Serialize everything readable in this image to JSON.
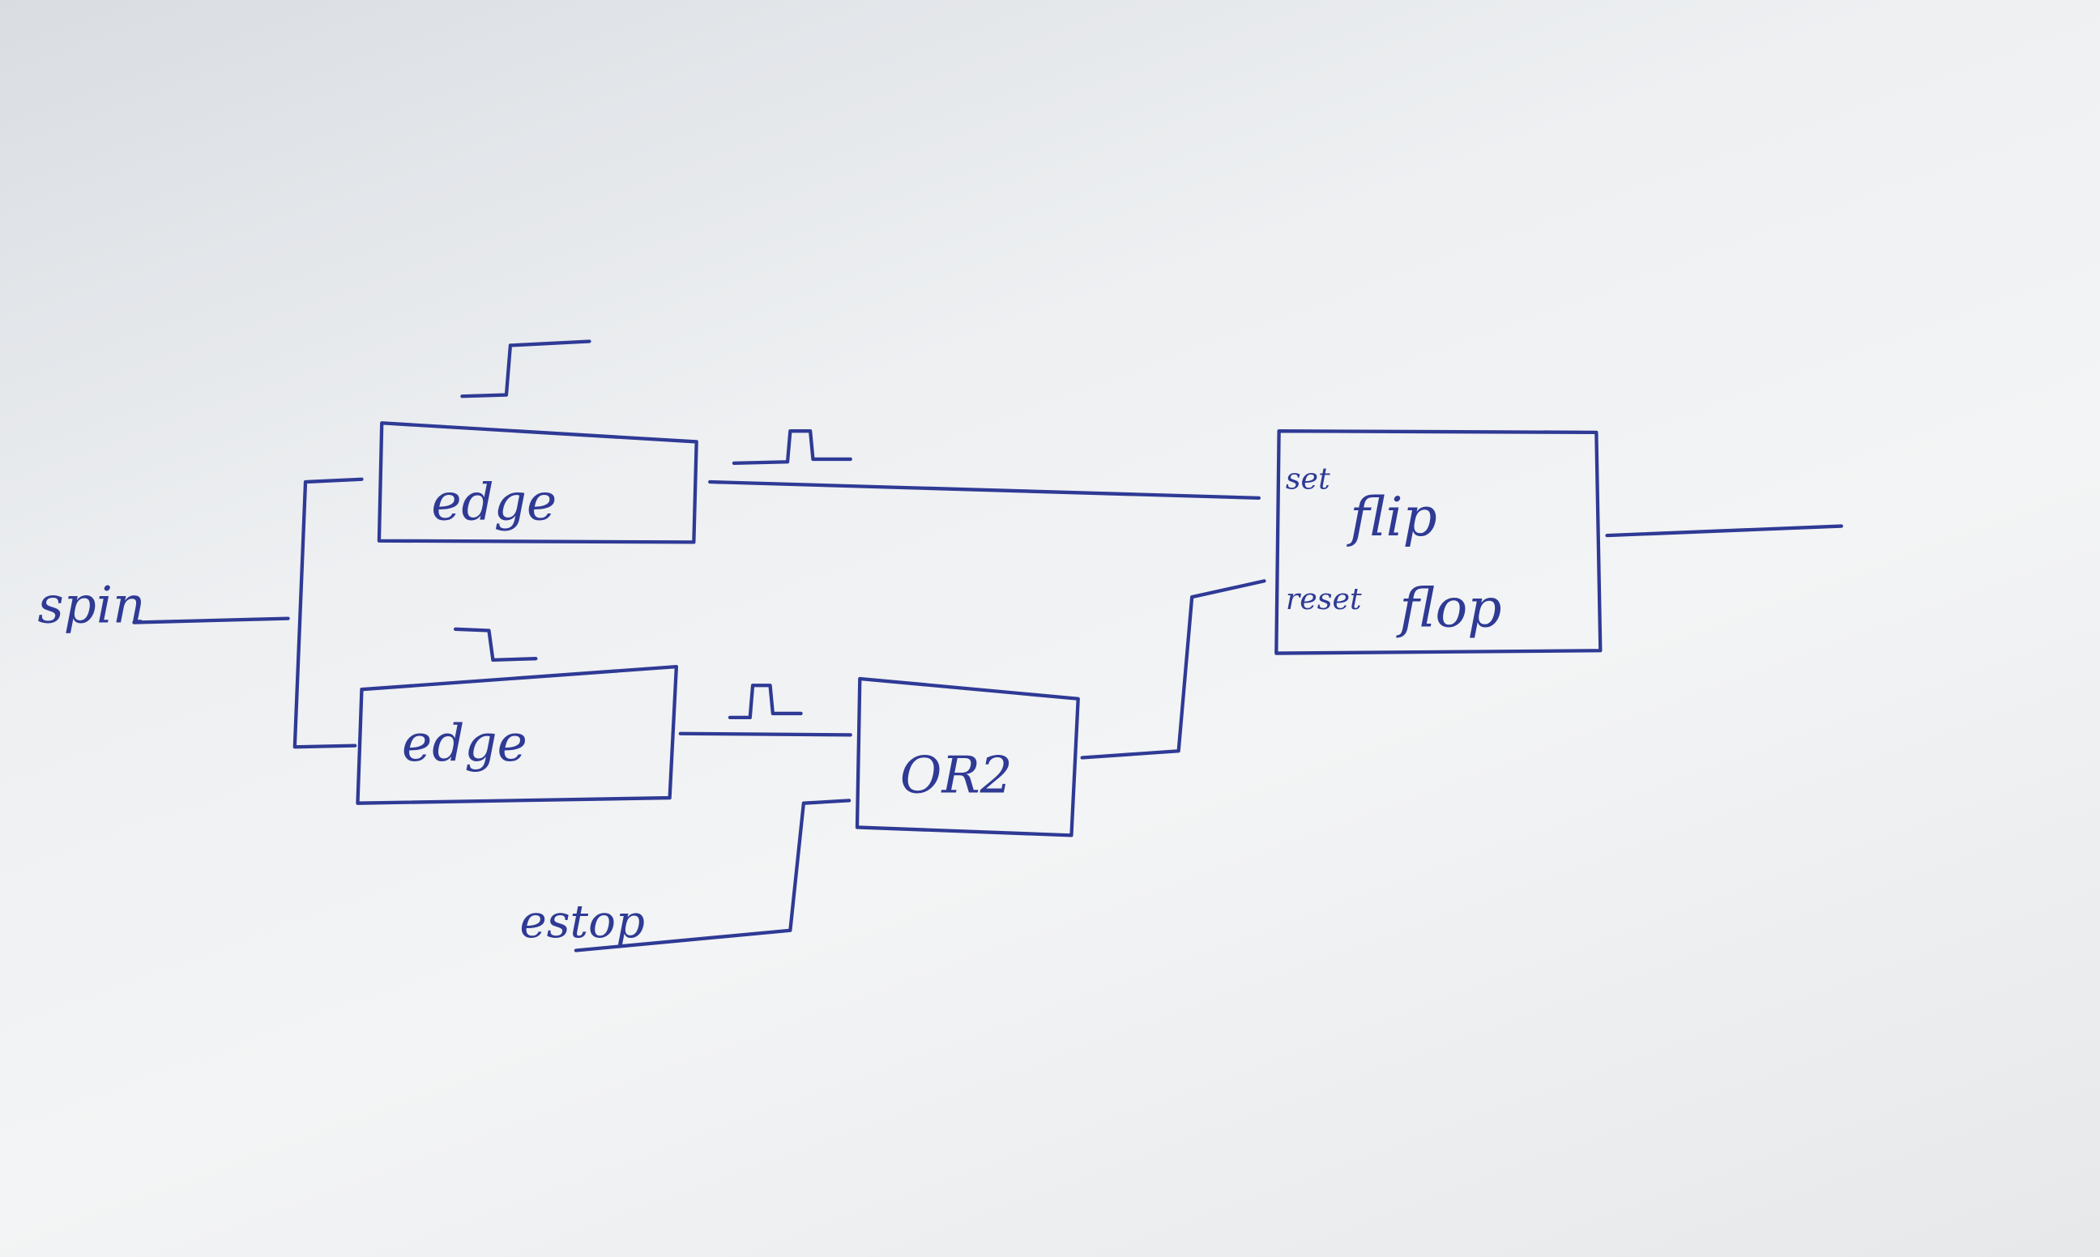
{
  "diagram": {
    "input_spin": "spin",
    "input_estop": "estop",
    "edge_rising": {
      "label": "edge",
      "waveform": "rising-edge"
    },
    "edge_falling": {
      "label": "edge",
      "waveform": "falling-edge"
    },
    "or_gate": {
      "label": "OR2"
    },
    "flipflop": {
      "title_top": "flip",
      "title_bottom": "flop",
      "set_label": "set",
      "reset_label": "reset"
    },
    "pulse_waveform": "pulse",
    "ink_color": "#2f3a95"
  }
}
